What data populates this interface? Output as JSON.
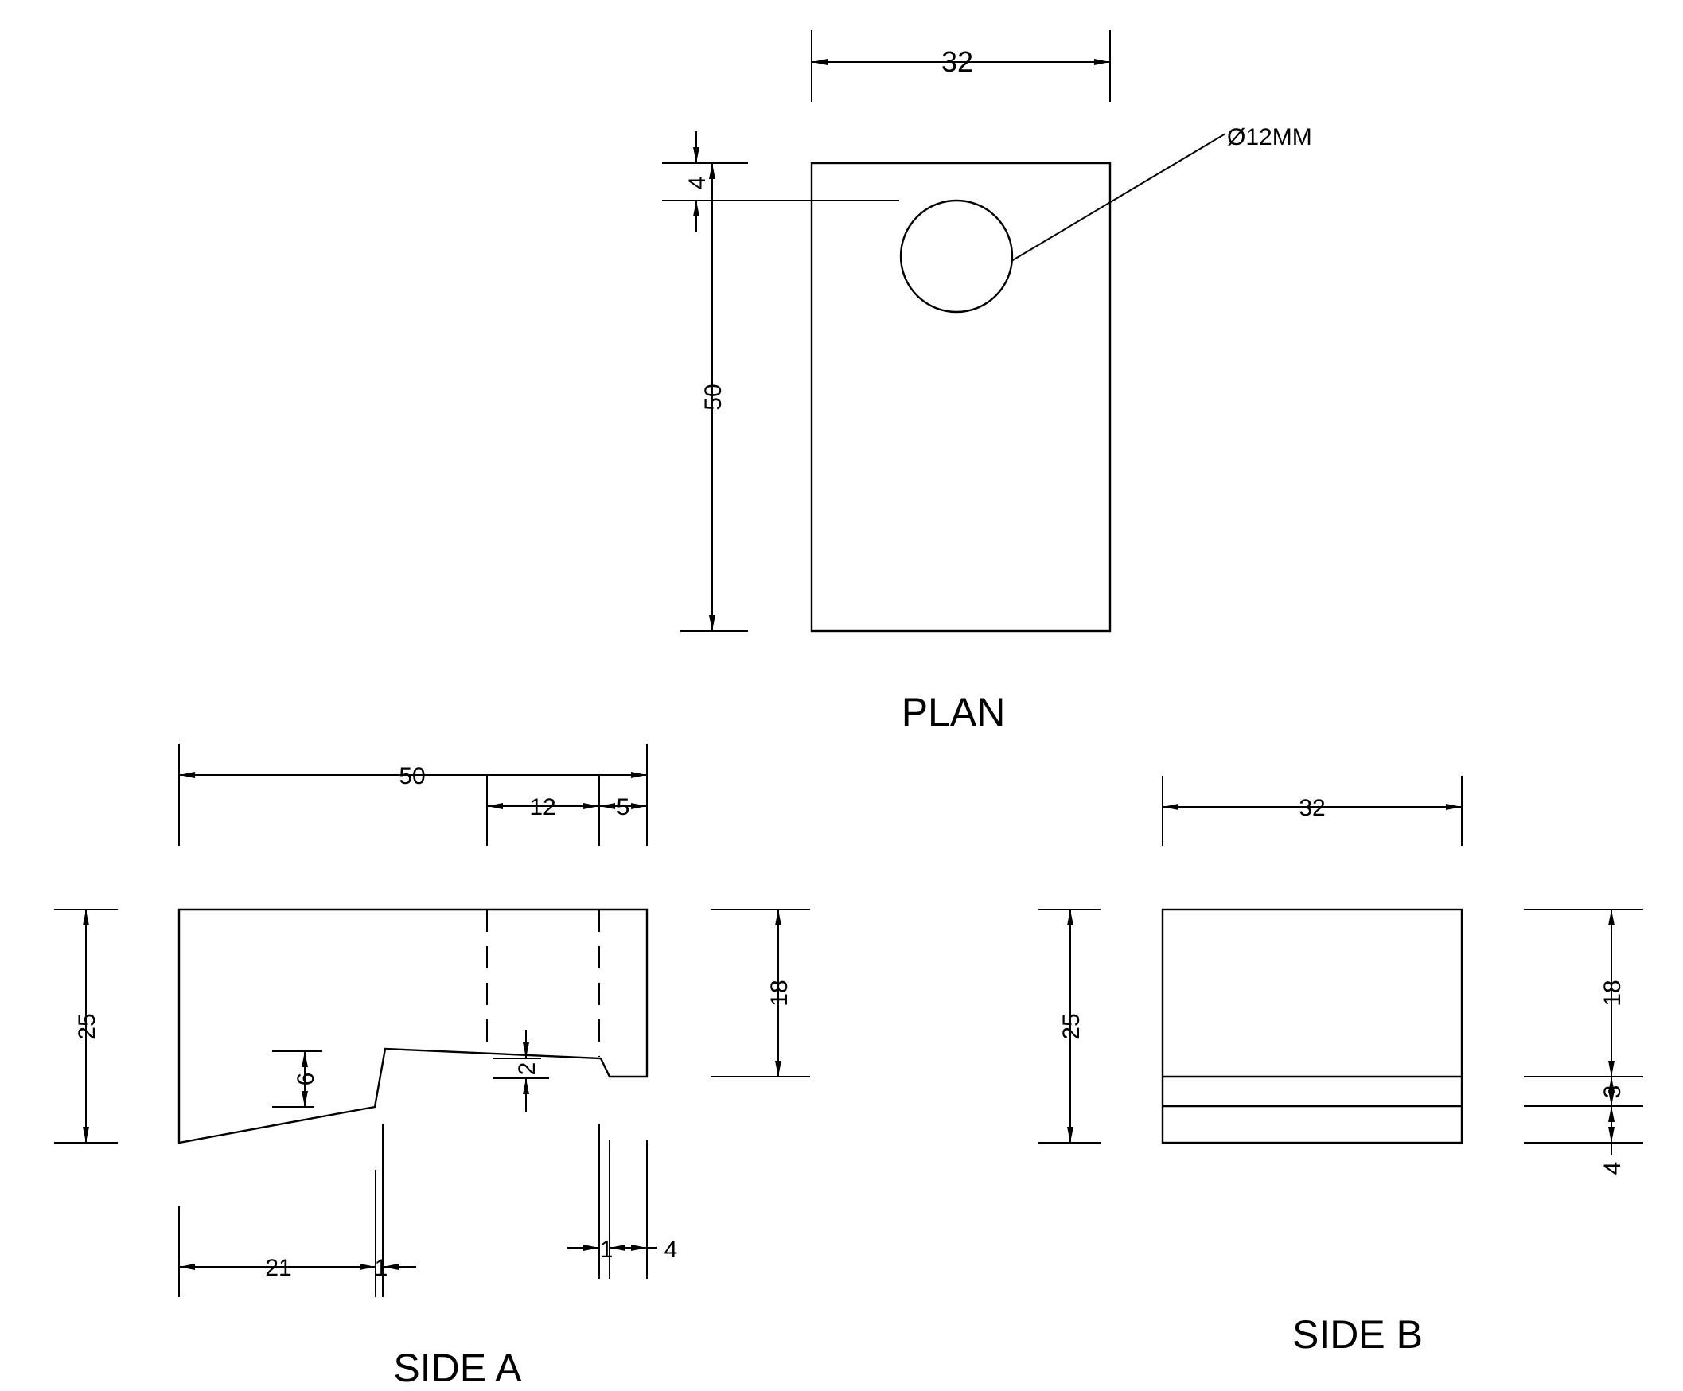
{
  "views": {
    "plan": {
      "title": "PLAN"
    },
    "side_a": {
      "title": "SIDE A"
    },
    "side_b": {
      "title": "SIDE B"
    }
  },
  "dimensions": {
    "plan_width": "32",
    "plan_length": "50",
    "plan_hole_offset": "4",
    "hole_callout": "Ø12MM",
    "a_length": "50",
    "a_slot": "12",
    "a_end": "5",
    "a_height": "25",
    "a_right_height": "18",
    "a_step": "6",
    "a_groove": "2",
    "a_bottom_left": "21",
    "a_bottom_one_left": "1",
    "a_bottom_one_right": "1",
    "a_bottom_four": "4",
    "b_width": "32",
    "b_height": "25",
    "b_upper": "18",
    "b_mid": "3",
    "b_lower": "4"
  }
}
